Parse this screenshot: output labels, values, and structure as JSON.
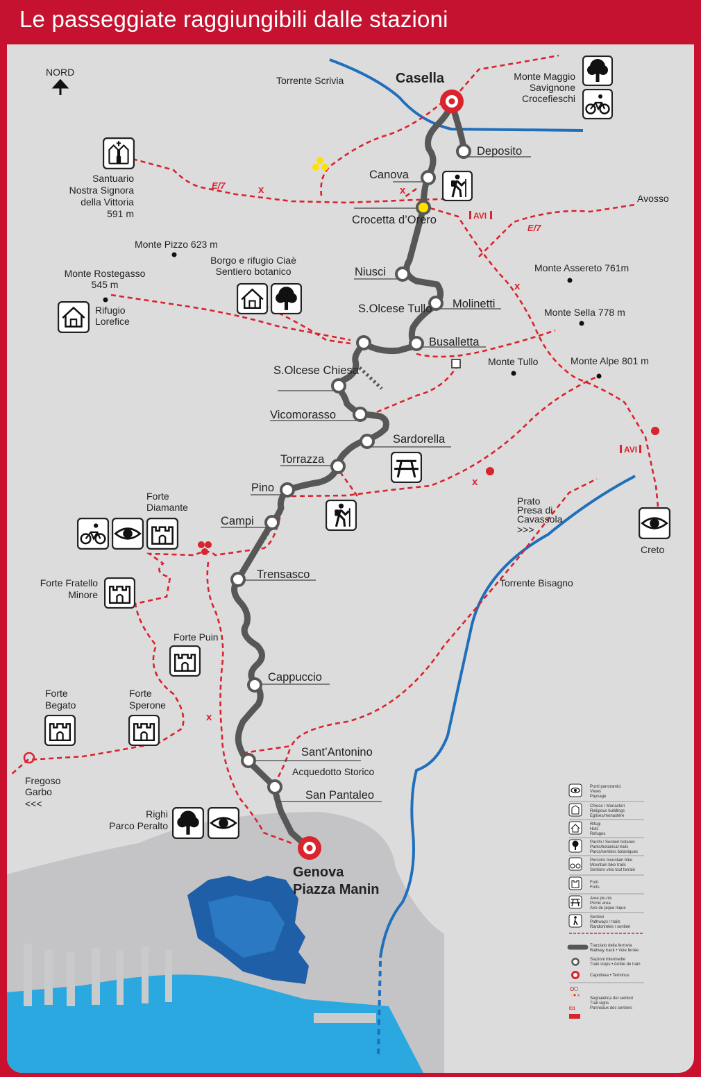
{
  "header": {
    "title": "Le passeggiate raggiungibili dalle stazioni"
  },
  "compass": {
    "label": "NORD"
  },
  "terminals": [
    {
      "id": "casella",
      "label": "Casella"
    },
    {
      "id": "genova",
      "label": "Genova Piazza Manin"
    }
  ],
  "stations": [
    "Deposito",
    "Canova",
    "Crocetta d’Orero",
    "Niusci",
    "Molinetti",
    "S.Olcese Tullo",
    "Busalletta",
    "S.Olcese Chiesa",
    "Vicomorasso",
    "Sardorella",
    "Torrazza",
    "Pino",
    "Campi",
    "Trensasco",
    "Cappuccio",
    "Sant’Antonino",
    "San Pantaleo"
  ],
  "rivers": [
    "Torrente Scrivia",
    "Torrente Bisagno"
  ],
  "trail_codes": [
    "E/7",
    "AVI"
  ],
  "places": {
    "monte_maggio": "Monte Maggio Savignone Crocefieschi",
    "santuario": "Santuario Nostra Signora della Vittoria 591 m",
    "monte_pizzo": "Monte Pizzo 623 m",
    "borgo": "Borgo e rifugio Ciaè Sentiero botanico",
    "monte_rostegasso": "Monte Rostegasso 545 m",
    "rifugio": "Rifugio Lorefice",
    "avosso": "Avosso",
    "monte_assereto": "Monte Assereto 761m",
    "monte_sella": "Monte Sella 778 m",
    "monte_tullo": "Monte Tullo",
    "monte_alpe": "Monte Alpe 801 m",
    "forte_diamante": "Forte Diamante",
    "forte_fratello": "Forte Fratello Minore",
    "forte_puin": "Forte Puin",
    "forte_begato": "Forte Begato",
    "forte_sperone": "Forte Sperone",
    "prato": "Prato Presa di Cavassola >>>",
    "creto": "Creto",
    "fregoso": "Fregoso Garbo <<<",
    "righi": "Righi Parco Peralto",
    "acquedotto": "Acquedotto Storico"
  },
  "legend": [
    {
      "icon": "eye-icon",
      "text": "Punti panoramici Views Paysage"
    },
    {
      "icon": "church-icon",
      "text": "Chiese / Monasteri Religious buildings Eglises/monastère"
    },
    {
      "icon": "hut-icon",
      "text": "Rifugi Huts Refuges"
    },
    {
      "icon": "tree-icon",
      "text": "Parchi / Sentieri botanici Parks/botanical trails Parcs/sentiers botaniques"
    },
    {
      "icon": "bike-icon",
      "text": "Percorsi mountain bike Mountain bike trails Sentiers vélo tout terrain"
    },
    {
      "icon": "fort-icon",
      "text": "Forti Forts"
    },
    {
      "icon": "picnic-icon",
      "text": "Aree pic-nic Picnic area Aire de pique nique"
    },
    {
      "icon": "hiker-icon",
      "text": "Sentieri Pathways / trails Randonnées / sentiers"
    },
    {
      "icon": "railway-icon",
      "text": "Tracciato della ferrovia Railway track • Voie ferrée"
    },
    {
      "icon": "stop-icon",
      "text": "Stazioni intermedie Train stops • Arrête de train"
    },
    {
      "icon": "terminus-icon",
      "text": "Capolinea • Terminus"
    },
    {
      "icon": "trail-mark-icon",
      "text": "Segnaletica dei sentieri Trail signs Panneaux des sentiers"
    }
  ],
  "colors": {
    "header": "#c41230",
    "trail": "#d9232d",
    "river": "#1f6fba",
    "railway": "#575757",
    "land": "#dcdcdd",
    "sea": "#29a9e0",
    "coast": "#c4c4c6"
  }
}
